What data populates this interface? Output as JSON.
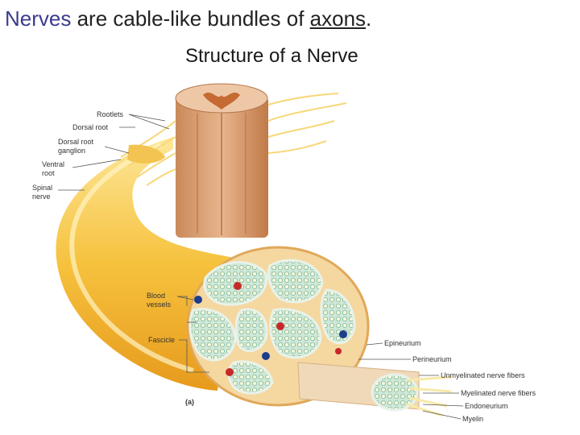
{
  "header": {
    "title_keyword": "Nerves",
    "title_middle": " are cable-like bundles of ",
    "title_link": "axons",
    "title_end": "."
  },
  "figure": {
    "subtitle": "Structure of a Nerve",
    "panel_letter": "(a)",
    "left_labels": {
      "rootlets": "Rootlets",
      "dorsal_root": "Dorsal root",
      "dorsal_root_ganglion_1": "Dorsal root",
      "dorsal_root_ganglion_2": "ganglion",
      "ventral_root_1": "Ventral",
      "ventral_root_2": "root",
      "spinal_nerve_1": "Spinal",
      "spinal_nerve_2": "nerve",
      "blood_vessels_1": "Blood",
      "blood_vessels_2": "vessels",
      "fascicle": "Fascicle"
    },
    "right_labels": {
      "epineurium": "Epineurium",
      "perineurium": "Perineurium",
      "unmyelinated": "Unmyelinated nerve fibers",
      "myelinated": "Myelinated nerve fibers",
      "endoneurium": "Endoneurium",
      "myelin": "Myelin"
    }
  }
}
